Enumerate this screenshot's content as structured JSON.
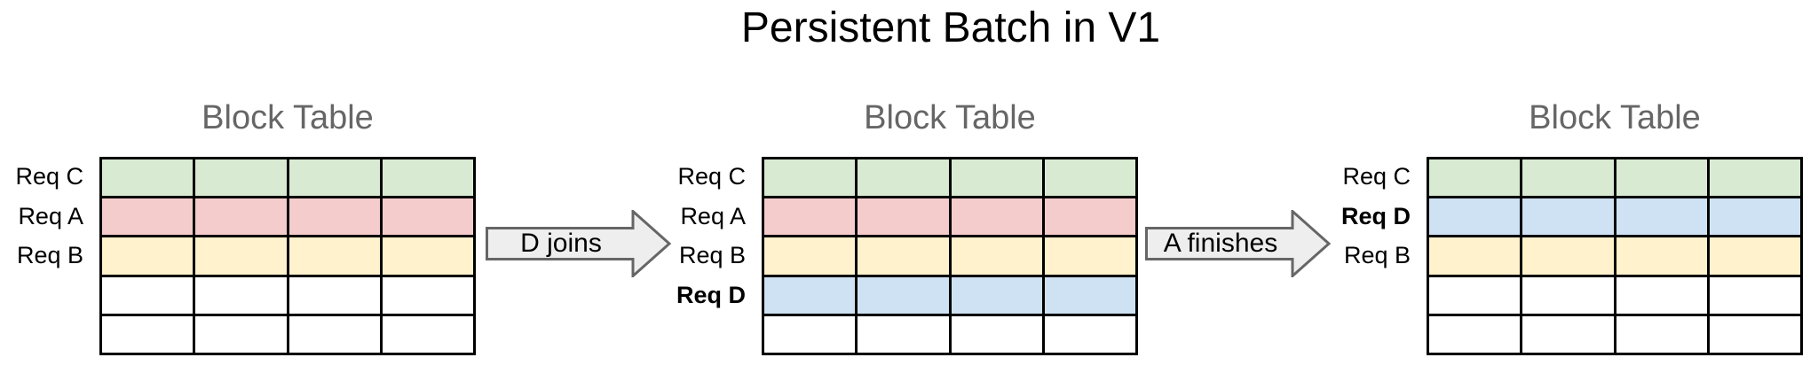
{
  "title": "Persistent Batch in V1",
  "colors": {
    "green": "#d9ead3",
    "red": "#f4cccc",
    "yellow": "#fff2cc",
    "blue": "#cfe2f3",
    "white": "#ffffff",
    "table_border": "#000000",
    "arrow_fill": "#eeeeee",
    "arrow_stroke": "#666666",
    "heading_text": "#666666",
    "title_text": "#000000",
    "label_text": "#000000"
  },
  "panels": [
    {
      "heading": "Block Table",
      "columns": 4,
      "rows": [
        {
          "label": "Req C",
          "bold": false,
          "color": "green"
        },
        {
          "label": "Req A",
          "bold": false,
          "color": "red"
        },
        {
          "label": "Req B",
          "bold": false,
          "color": "yellow"
        },
        {
          "label": "",
          "bold": false,
          "color": "white"
        },
        {
          "label": "",
          "bold": false,
          "color": "white"
        }
      ]
    },
    {
      "heading": "Block Table",
      "columns": 4,
      "rows": [
        {
          "label": "Req C",
          "bold": false,
          "color": "green"
        },
        {
          "label": "Req A",
          "bold": false,
          "color": "red"
        },
        {
          "label": "Req B",
          "bold": false,
          "color": "yellow"
        },
        {
          "label": "Req D",
          "bold": true,
          "color": "blue"
        },
        {
          "label": "",
          "bold": false,
          "color": "white"
        }
      ]
    },
    {
      "heading": "Block Table",
      "columns": 4,
      "rows": [
        {
          "label": "Req C",
          "bold": false,
          "color": "green"
        },
        {
          "label": "Req D",
          "bold": true,
          "color": "blue"
        },
        {
          "label": "Req B",
          "bold": false,
          "color": "yellow"
        },
        {
          "label": "",
          "bold": false,
          "color": "white"
        },
        {
          "label": "",
          "bold": false,
          "color": "white"
        }
      ]
    }
  ],
  "arrows": [
    {
      "label": "D joins"
    },
    {
      "label": "A finishes"
    }
  ]
}
